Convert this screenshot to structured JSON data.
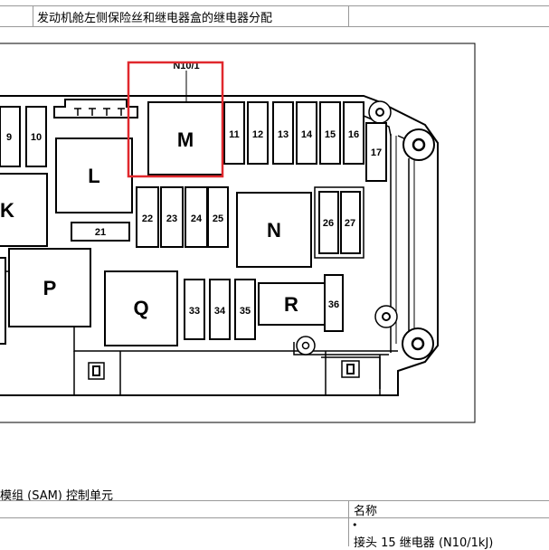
{
  "header": {
    "title": "发动机舱左侧保险丝和继电器盒的继电器分配"
  },
  "diagram": {
    "callout": "N10/1",
    "relays": {
      "k": "K",
      "l": "L",
      "m": "M",
      "n": "N",
      "p": "P",
      "q": "Q",
      "r": "R"
    },
    "fuses": {
      "f9": "9",
      "f10": "10",
      "f11": "11",
      "f12": "12",
      "f13": "13",
      "f14": "14",
      "f15": "15",
      "f16": "16",
      "f17": "17",
      "f21": "21",
      "f22": "22",
      "f23": "23",
      "f24": "24",
      "f25": "25",
      "f26": "26",
      "f27": "27",
      "f33": "33",
      "f34": "34",
      "f35": "35",
      "f36": "36"
    },
    "highlight_color": "#e0282d"
  },
  "footer": {
    "title": "模组 (SAM) 控制单元",
    "column_header": "名称",
    "bullet": "•",
    "item": "接头 15 继电器 (N10/1kJ)"
  }
}
